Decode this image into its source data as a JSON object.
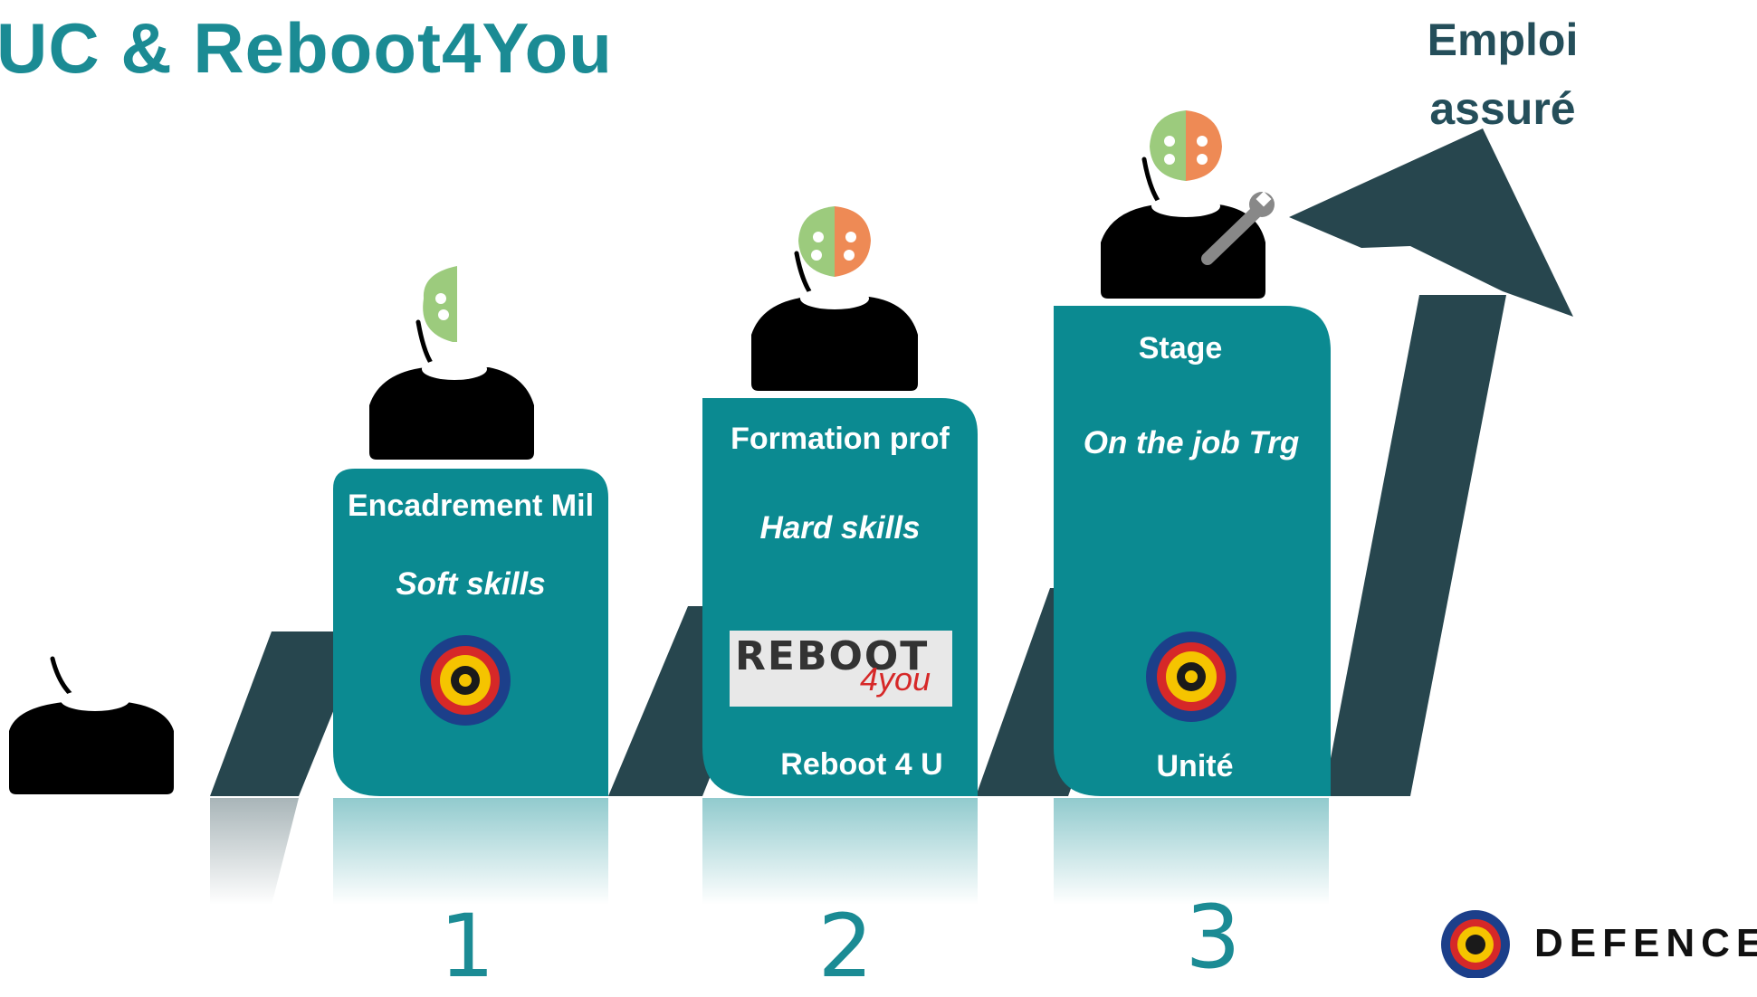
{
  "title": "UC & Reboot4You",
  "goal": {
    "line1": "Emploi",
    "line2": "assuré"
  },
  "steps": [
    {
      "number": "1",
      "heading": "Encadrement Mil",
      "subheading": "Soft skills",
      "footer": ""
    },
    {
      "number": "2",
      "heading": "Formation prof",
      "subheading": "Hard skills",
      "footer": "Reboot 4 U",
      "logo_text": "REBOOT",
      "logo_sub": "4you"
    },
    {
      "number": "3",
      "heading": "Stage",
      "subheading": "On the job Trg",
      "footer": "Unité"
    }
  ],
  "brand": "DEFENCE",
  "colors": {
    "teal": "#0b8a91",
    "dark_arrow": "#27464e",
    "title": "#1b8b94",
    "brain_green": "#9ccb7d",
    "brain_orange": "#ee8a55"
  }
}
